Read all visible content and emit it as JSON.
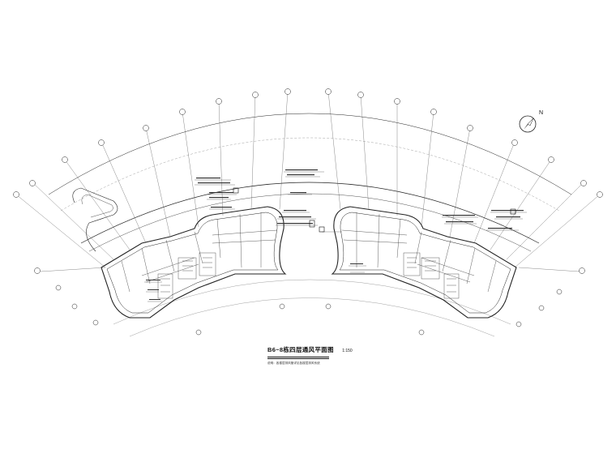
{
  "drawing": {
    "title": "B6~8栋四层通风平面图",
    "scale": "1:150",
    "note": "说明：各楼层排风管详见各楼层排风系统",
    "north_label": "N"
  },
  "colors": {
    "line": "#222222",
    "light_line": "#9a9a9a",
    "background": "#ffffff"
  }
}
